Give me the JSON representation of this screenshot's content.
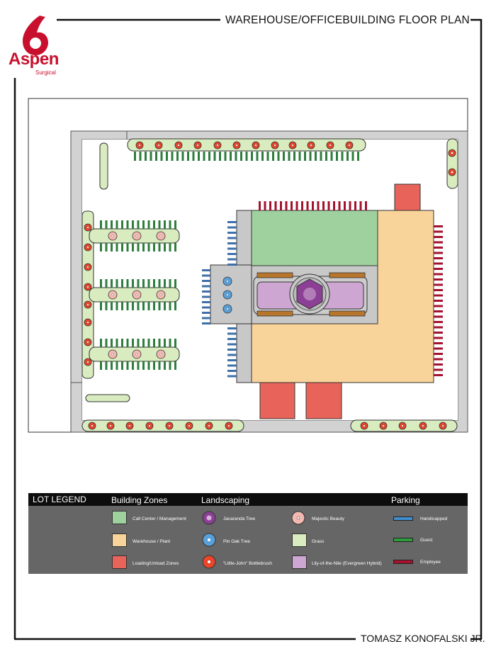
{
  "header": {
    "title": "WAREHOUSE/OFFICEBUILDING FLOOR PLAN",
    "author": "TOMASZ KONOFALSKI JR."
  },
  "brand": {
    "name": "Aspen",
    "sub": "Surgical",
    "color": "#c8102e"
  },
  "legend": {
    "title": "LOT LEGEND",
    "building_zones": {
      "heading": "Building Zones",
      "items": [
        {
          "label": "Call Center / Management",
          "color": "#9fd19f"
        },
        {
          "label": "Warehouse / Plant",
          "color": "#f9d49a"
        },
        {
          "label": "Loading/Unload Zones",
          "color": "#e8645a"
        }
      ]
    },
    "landscaping": {
      "heading": "Landscaping",
      "items": [
        {
          "label": "Jacaranda Tree",
          "color": "#8b3f95"
        },
        {
          "label": "Pin Oak Tree",
          "color": "#5aa0d8"
        },
        {
          "label": "“Little-John” Bottlebrush",
          "color": "#e8452a"
        },
        {
          "label": "Majestic Beauty",
          "color": "#f3b8b0"
        },
        {
          "label": "Grass",
          "color": "#d9ecc0"
        },
        {
          "label": "Lily-of-the-Nile (Evergreen Hybrid)",
          "color": "#cda6d2"
        }
      ]
    },
    "parking": {
      "heading": "Parking",
      "items": [
        {
          "label": "Handicapped",
          "color": "#3f8fd0"
        },
        {
          "label": "Guest",
          "color": "#2e9c3c"
        },
        {
          "label": "Employee",
          "color": "#a3122e"
        }
      ]
    }
  }
}
